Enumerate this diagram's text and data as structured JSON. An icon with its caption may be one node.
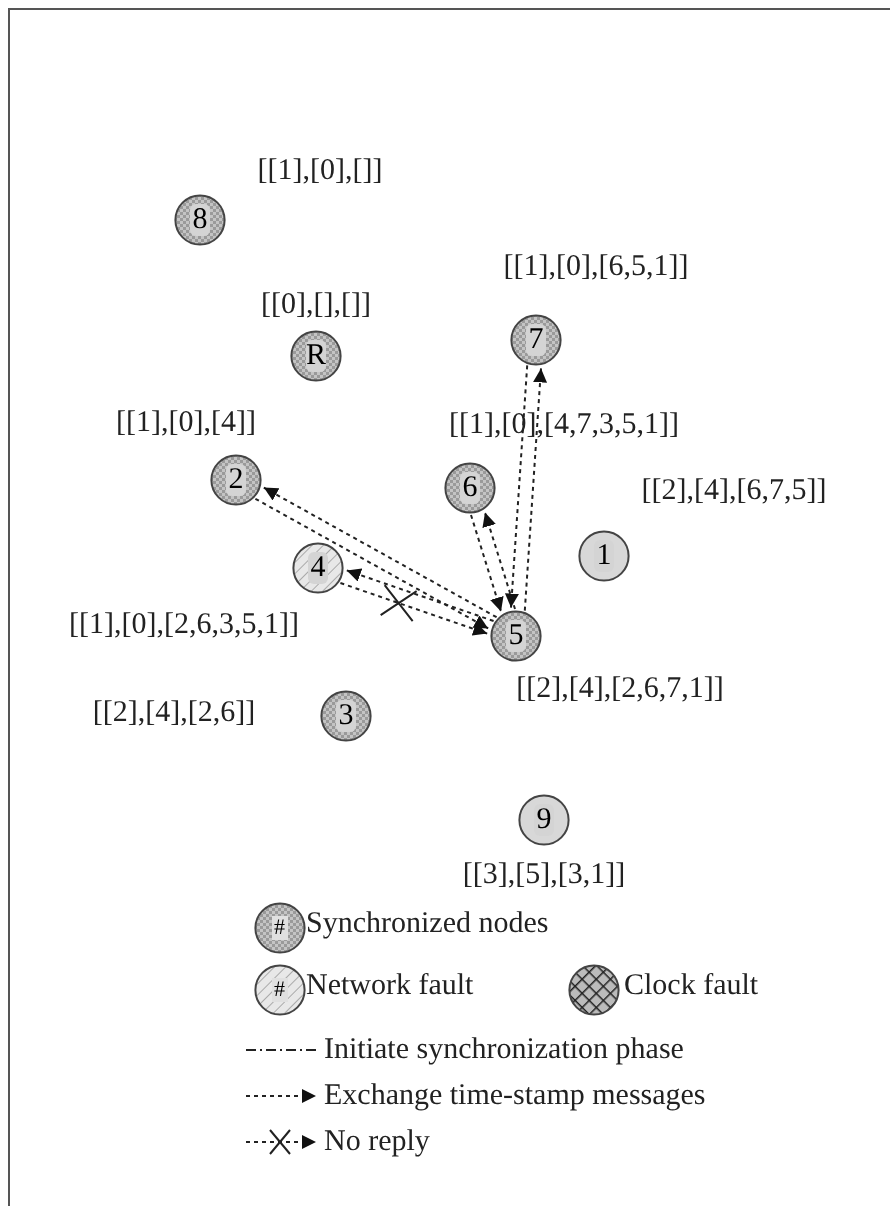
{
  "diagram": {
    "nodes": [
      {
        "text": [
          "8"
        ],
        "beside": [
          "[[1],[0],[]]"
        ]
      },
      {
        "text": [
          "R"
        ],
        "beside": [
          "[[0],[],[]]"
        ]
      },
      {
        "text": [
          "7"
        ],
        "beside": [
          "[[1],[0],[6,5,1]]"
        ]
      },
      {
        "text": [
          "2"
        ],
        "beside": [
          "[[1],[0],[4]]"
        ]
      },
      {
        "text": [
          "6"
        ],
        "beside": [
          "[[1],[0],[4,7,3,5,1]]"
        ]
      },
      {
        "text": [
          "1"
        ],
        "beside": [
          "[[2],[4],[6,7,5]]"
        ]
      },
      {
        "text": [
          "4"
        ],
        "beside": [
          "[[1],[0],[2,6,3,5,1]]"
        ]
      },
      {
        "text": [
          "5"
        ],
        "beside": [
          "[[2],[4],[2,6,7,1]]"
        ]
      },
      {
        "text": [
          "3"
        ],
        "beside": [
          "[[2],[4],[2,6]]"
        ]
      },
      {
        "text": [
          "9"
        ],
        "beside": [
          "[[3],[5],[3,1]]"
        ]
      }
    ],
    "edges": [
      {
        "from": 7,
        "to": 3,
        "arrow": "to",
        "style": "dashed"
      },
      {
        "from": 3,
        "to": 7,
        "arrow": "to",
        "style": "dashed"
      },
      {
        "from": 7,
        "to": 6,
        "arrow": "to",
        "style": "dashed"
      },
      {
        "from": 6,
        "to": 7,
        "arrow": "to",
        "style": "dashed"
      },
      {
        "from": 7,
        "to": 4,
        "arrow": "to",
        "style": "dashed"
      },
      {
        "from": 4,
        "to": 7,
        "arrow": "to",
        "style": "dashed"
      },
      {
        "from": 7,
        "to": 2,
        "arrow": "to",
        "style": "dashed"
      },
      {
        "from": 2,
        "to": 7,
        "arrow": "to",
        "style": "dashed"
      }
    ],
    "labels": [
      "#",
      "#"
    ],
    "legend": [
      {
        "text": "Synchronized nodes"
      },
      {
        "text": "Network fault"
      },
      {
        "text": "Clock fault"
      },
      {
        "text": "Initiate synchronization phase"
      },
      {
        "text": "Exchange time-stamp messages"
      },
      {
        "text": "No reply"
      }
    ]
  }
}
